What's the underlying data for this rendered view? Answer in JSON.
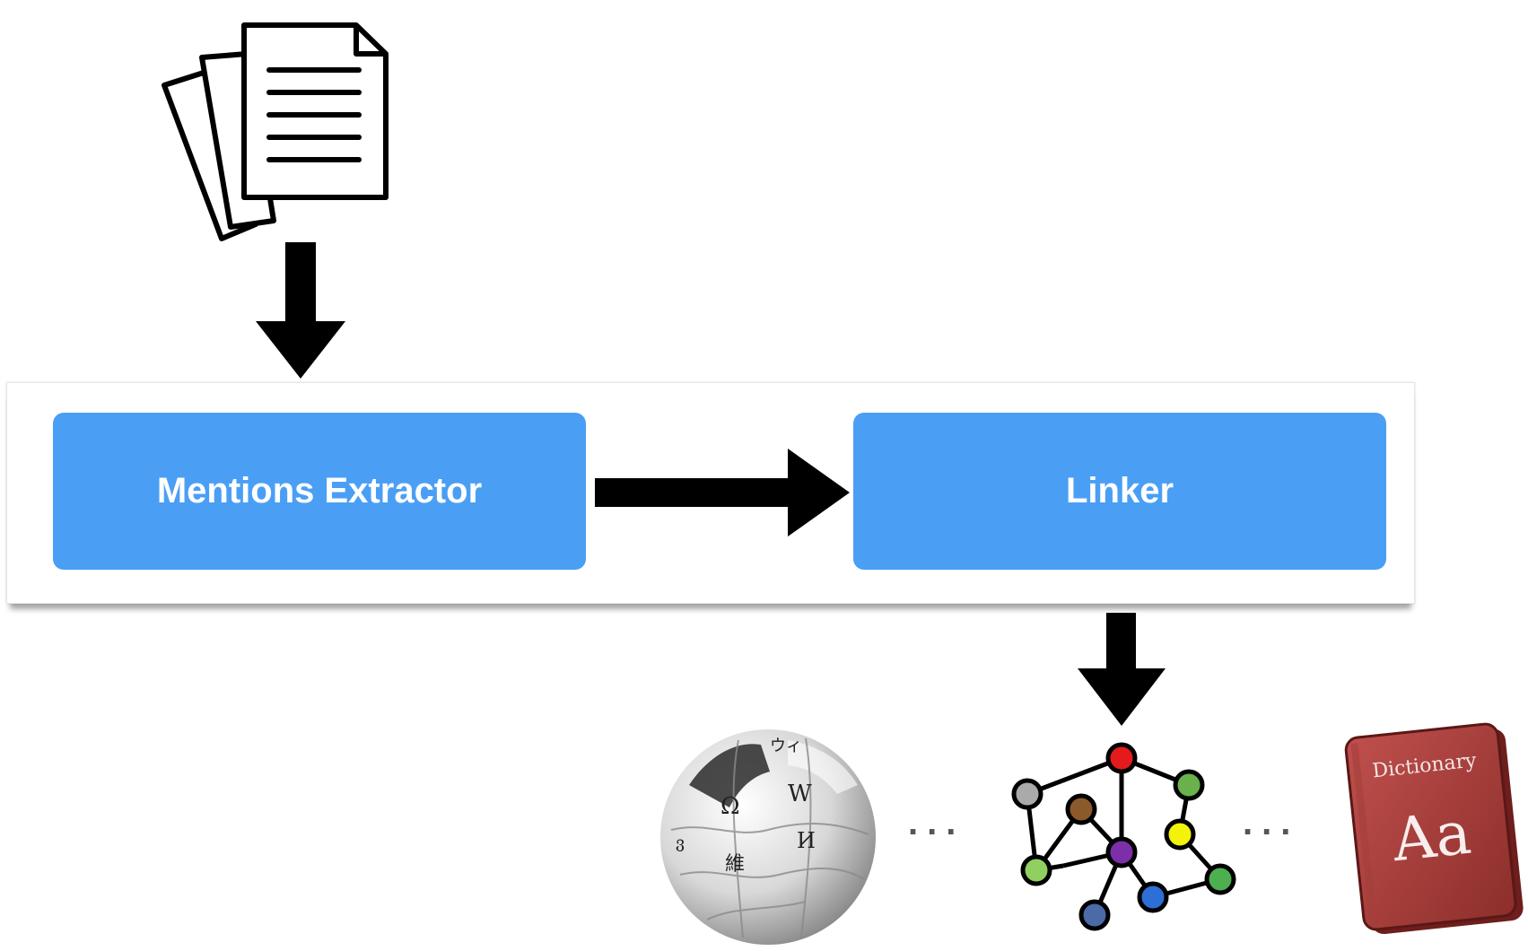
{
  "pipeline": {
    "extractor_label": "Mentions Extractor",
    "linker_label": "Linker"
  },
  "icons": {
    "input": "documents-icon",
    "kb_wikipedia": "wikipedia-globe-icon",
    "kb_graph": "knowledge-graph-icon",
    "kb_dictionary": "dictionary-book-icon"
  },
  "colors": {
    "stage_fill": "#4a9ff5",
    "stage_text": "#ffffff",
    "arrow": "#000000"
  },
  "graph_node_colors": [
    "#e41a1c",
    "#aaaaaa",
    "#8b5a2b",
    "#6ab04c",
    "#f2f20a",
    "#7b2fa8",
    "#90d060",
    "#2e6fd6",
    "#4cb050",
    "#4a6aa8"
  ],
  "knowledge_bases": {
    "dictionary_title": "Dictionary",
    "dictionary_glyph": "Aa",
    "separator": "..."
  },
  "wikipedia_glyphs": [
    "Ω",
    "W",
    "И",
    "維",
    "ウィ",
    "ვ"
  ]
}
